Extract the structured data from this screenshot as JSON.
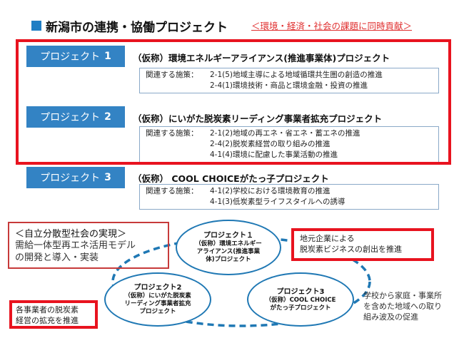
{
  "header": {
    "title": "新潟市の連携・協働プロジェクト",
    "subtitle": "＜環境・経済・社会の課題に同時貢献＞",
    "accent_color": "#1f7ec4"
  },
  "projects": [
    {
      "label": "プロジェクト",
      "number": "1",
      "name": "（仮称）環境エネルギーアライアンス(推進事業体)プロジェクト",
      "measures_label": "関連する施策：",
      "measures": [
        "2-1(5)地域主導による地域循環共生圏の創造の推進",
        "2-4(1)環境技術・商品と環境金融・投資の推進"
      ]
    },
    {
      "label": "プロジェクト",
      "number": "2",
      "name": "（仮称）にいがた脱炭素リーディング事業者拡充プロジェクト",
      "measures_label": "関連する施策：",
      "measures": [
        "2-1(2)地域の再エネ・省エネ・蓄エネの推進",
        "2-4(2)脱炭素経営の取り組みの推進",
        "4-1(4)環境に配慮した事業活動の推進"
      ]
    },
    {
      "label": "プロジェクト",
      "number": "3",
      "name": "（仮称） COOL CHOICEがたっ子プロジェクト",
      "measures_label": "関連する施策：",
      "measures": [
        "4-1(2)学校における環境教育の推進",
        "4-1(3)低炭素型ライフスタイルへの誘導"
      ]
    }
  ],
  "autonomous": {
    "title": "＜自立分散型社会の実現＞",
    "lines": [
      "需給一体型再エネ活用モデル",
      "の開発と導入・実装"
    ]
  },
  "circles": [
    {
      "title": "プロジェクト１",
      "lines": [
        "（仮称）環境エネルギー",
        "アライアンス(推進事業",
        "体)プロジェクト"
      ]
    },
    {
      "title": "プロジェクト2",
      "lines": [
        "（仮称）にいがた脱炭素",
        "リーディング事業者拡充",
        "プロジェクト"
      ]
    },
    {
      "title": "プロジェクト3",
      "lines": [
        "（仮称）COOL CHOICE",
        "がたっ子プロジェクト"
      ]
    }
  ],
  "effects": {
    "local_business": [
      "地元企業による",
      "脱炭素ビジネスの創出を推進"
    ],
    "operators": [
      "各事業者の脱炭素",
      "経営の拡充を推進"
    ],
    "schools": [
      "学校から家庭・事業所",
      "を含めた地域への取り",
      "組み波及の促進"
    ]
  },
  "colors": {
    "project_label_bg": "#3383c4",
    "highlight_red": "#e8131f",
    "ring_blue": "#1f78b4"
  }
}
